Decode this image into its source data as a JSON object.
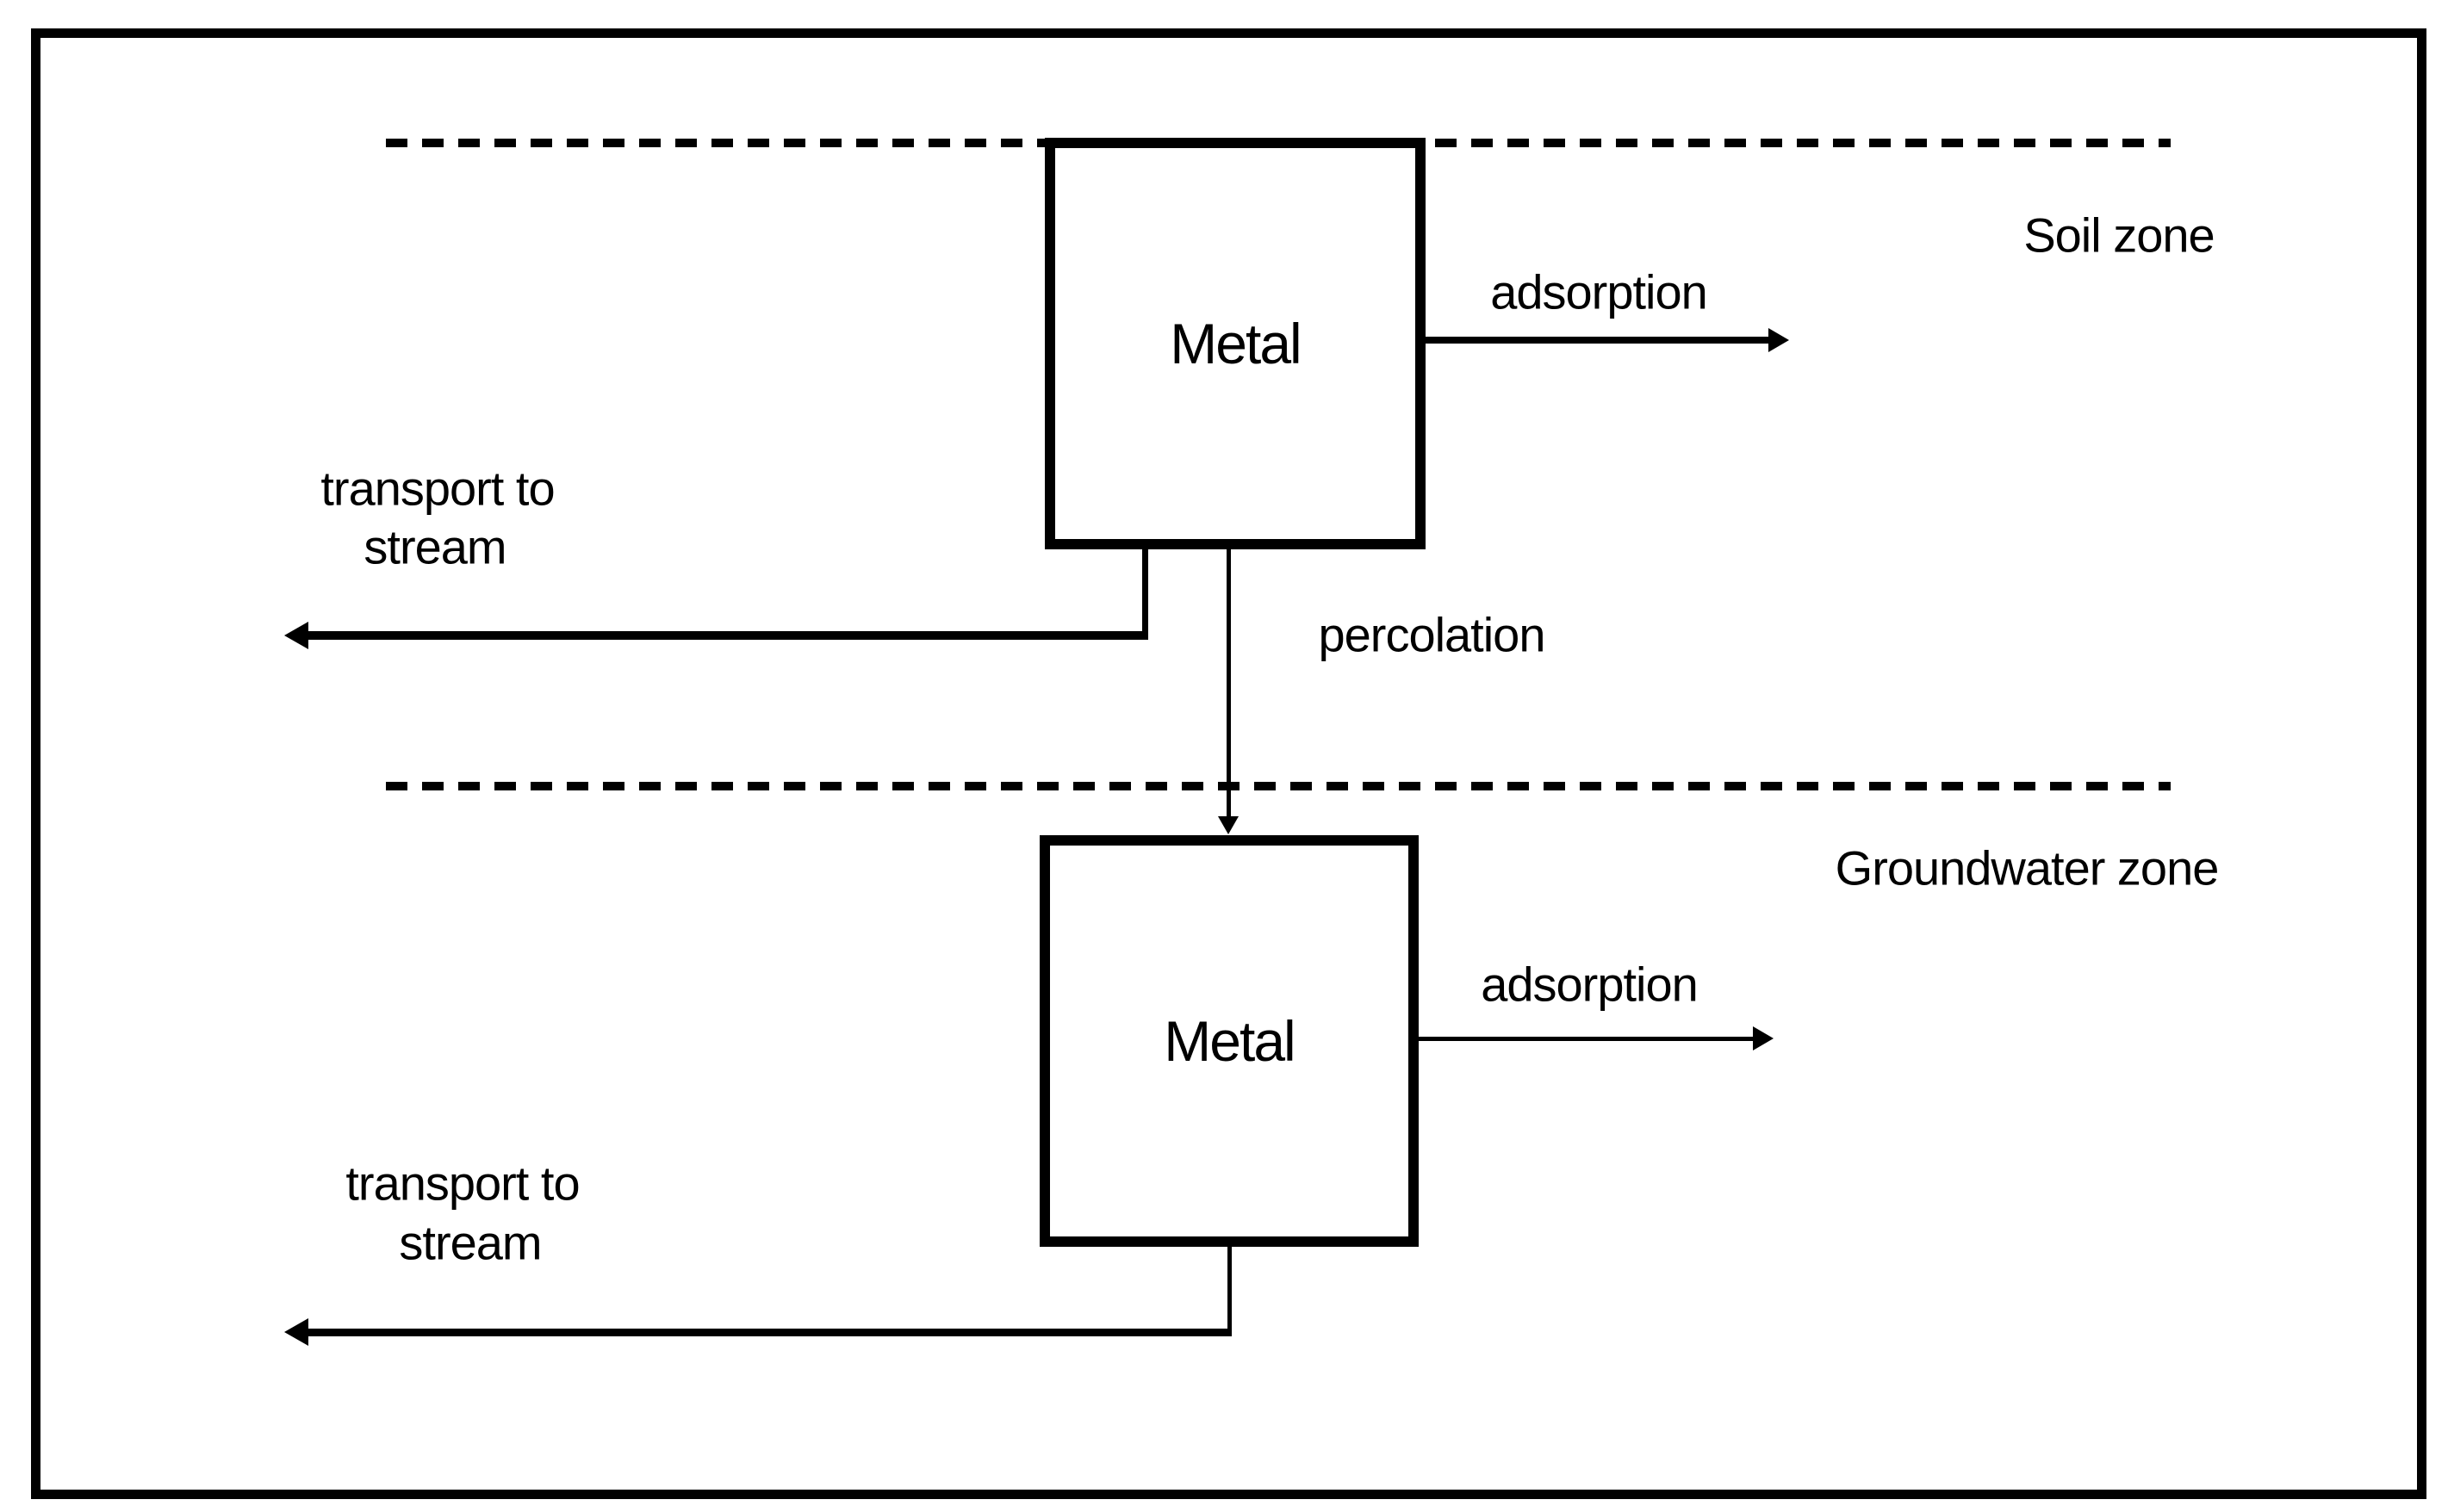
{
  "zone_labels": {
    "soil": "Soil zone",
    "groundwater": "Groundwater zone"
  },
  "soil_zone": {
    "box_label": "Metal",
    "adsorption": "adsorption",
    "transport_line1": "transport to",
    "transport_line2": "stream"
  },
  "groundwater_zone": {
    "box_label": "Metal",
    "adsorption": "adsorption",
    "transport_line1": "transport to",
    "transport_line2": "stream"
  },
  "percolation": "percolation",
  "colors": {
    "ink": "#000000",
    "paper": "#ffffff"
  }
}
